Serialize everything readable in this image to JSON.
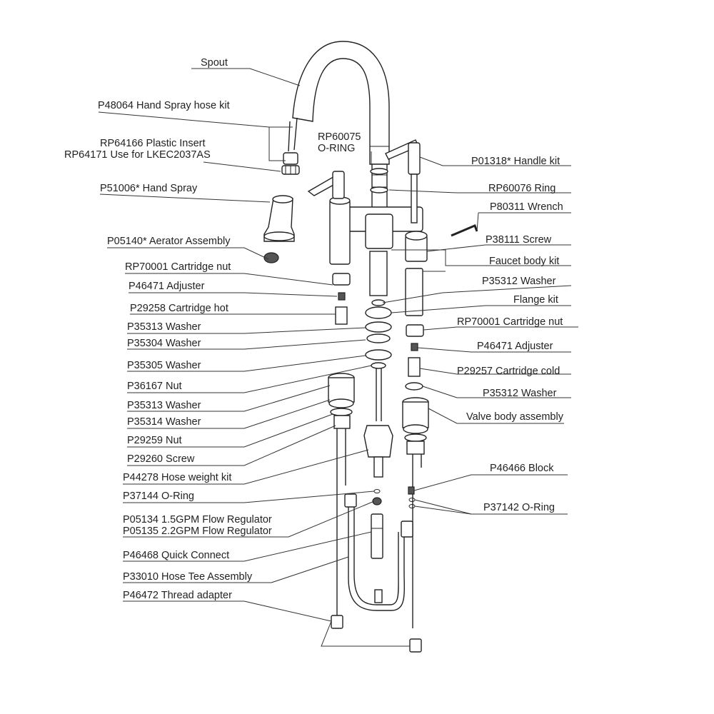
{
  "labels_left": [
    {
      "id": "spout",
      "text": "Spout"
    },
    {
      "id": "hand-spray-hose-kit",
      "text": "P48064 Hand Spray hose kit"
    },
    {
      "id": "plastic-insert",
      "text": "RP64166 Plastic Insert"
    },
    {
      "id": "plastic-insert-use",
      "text": "RP64171 Use for LKEC2037AS"
    },
    {
      "id": "hand-spray",
      "text": "P51006*  Hand Spray"
    },
    {
      "id": "aerator-assembly",
      "text": "P05140* Aerator Assembly"
    },
    {
      "id": "cartridge-nut-hot",
      "text": "RP70001 Cartridge nut"
    },
    {
      "id": "adjuster-hot",
      "text": "P46471 Adjuster"
    },
    {
      "id": "cartridge-hot",
      "text": "P29258 Cartridge hot"
    },
    {
      "id": "washer-p35313-a",
      "text": "P35313 Washer"
    },
    {
      "id": "washer-p35304",
      "text": "P35304 Washer"
    },
    {
      "id": "washer-p35305",
      "text": "P35305 Washer"
    },
    {
      "id": "nut-p36167",
      "text": "P36167 Nut"
    },
    {
      "id": "washer-p35313-b",
      "text": "P35313 Washer"
    },
    {
      "id": "washer-p35314",
      "text": "P35314 Washer"
    },
    {
      "id": "nut-p29259",
      "text": "P29259 Nut"
    },
    {
      "id": "screw-p29260",
      "text": "P29260 Screw"
    },
    {
      "id": "hose-weight-kit",
      "text": "P44278 Hose weight kit"
    },
    {
      "id": "o-ring-p37144",
      "text": "P37144 O-Ring"
    },
    {
      "id": "flow-regulator-15",
      "text": "P05134 1.5GPM Flow Regulator"
    },
    {
      "id": "flow-regulator-22",
      "text": "P05135 2.2GPM Flow Regulator"
    },
    {
      "id": "quick-connect",
      "text": "P46468 Quick Connect"
    },
    {
      "id": "hose-tee-assembly",
      "text": "P33010 Hose Tee Assembly"
    },
    {
      "id": "thread-adapter",
      "text": "P46472 Thread adapter"
    }
  ],
  "labels_right": [
    {
      "id": "o-ring-rp60075-code",
      "text": "RP60075"
    },
    {
      "id": "o-ring-rp60075-name",
      "text": "O-RING"
    },
    {
      "id": "handle-kit",
      "text": "P01318* Handle kit"
    },
    {
      "id": "ring-rp60076",
      "text": "RP60076 Ring"
    },
    {
      "id": "wrench",
      "text": "P80311 Wrench"
    },
    {
      "id": "screw-p38111",
      "text": "P38111 Screw"
    },
    {
      "id": "faucet-body-kit",
      "text": "Faucet body kit"
    },
    {
      "id": "washer-p35312-a",
      "text": "P35312 Washer"
    },
    {
      "id": "flange-kit",
      "text": "Flange kit"
    },
    {
      "id": "cartridge-nut-cold",
      "text": "RP70001 Cartridge nut"
    },
    {
      "id": "adjuster-cold",
      "text": "P46471 Adjuster"
    },
    {
      "id": "cartridge-cold",
      "text": "P29257 Cartridge cold"
    },
    {
      "id": "washer-p35312-b",
      "text": "P35312 Washer"
    },
    {
      "id": "valve-body-assembly",
      "text": "Valve body assembly"
    },
    {
      "id": "block",
      "text": "P46466 Block"
    },
    {
      "id": "o-ring-p37142",
      "text": "P37142 O-Ring"
    }
  ]
}
